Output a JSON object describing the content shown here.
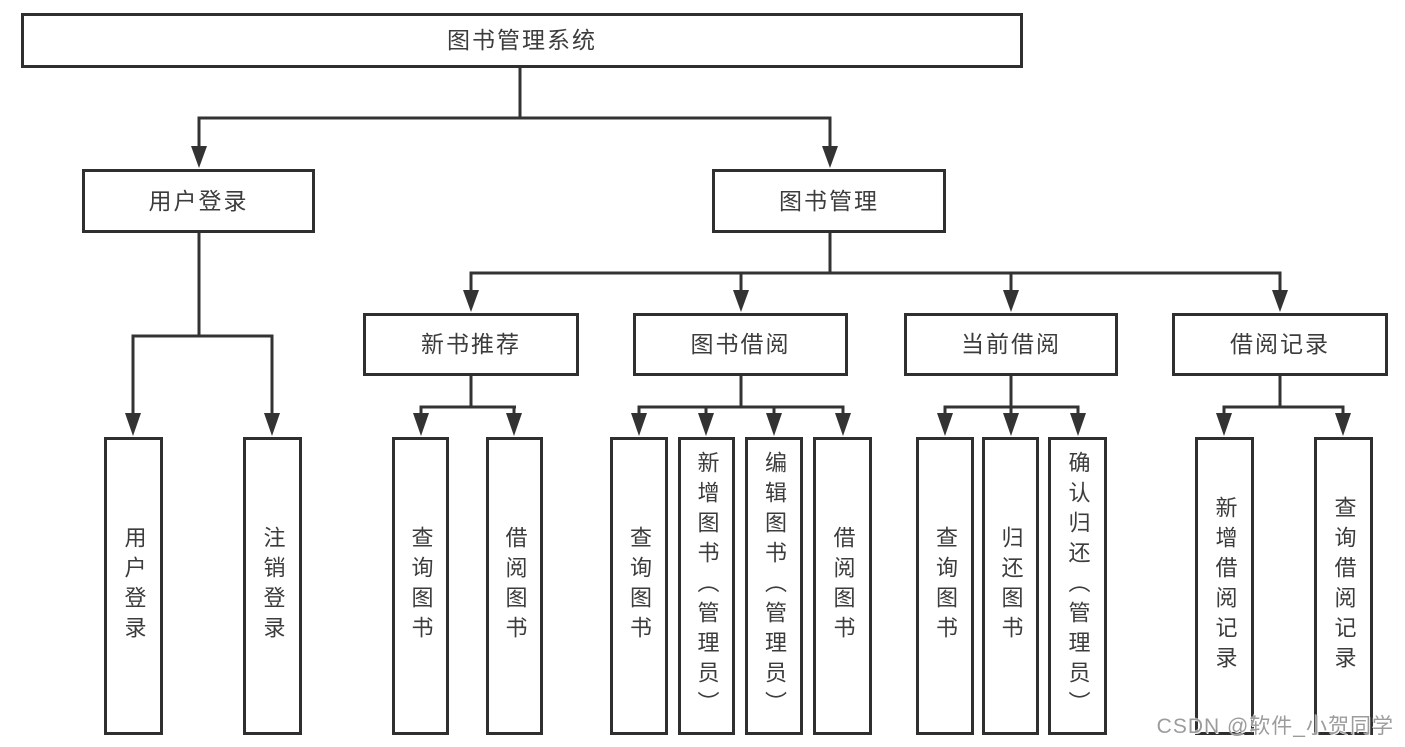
{
  "diagram": {
    "root": {
      "label": "图书管理系统"
    },
    "branches": [
      {
        "label": "用户登录",
        "children": [
          {
            "label": "用户登录"
          },
          {
            "label": "注销登录"
          }
        ]
      },
      {
        "label": "图书管理",
        "children": [
          {
            "label": "新书推荐",
            "children": [
              {
                "label": "查询图书"
              },
              {
                "label": "借阅图书"
              }
            ]
          },
          {
            "label": "图书借阅",
            "children": [
              {
                "label": "查询图书"
              },
              {
                "label": "新增图书（管理员）"
              },
              {
                "label": "编辑图书（管理员）"
              },
              {
                "label": "借阅图书"
              }
            ]
          },
          {
            "label": "当前借阅",
            "children": [
              {
                "label": "查询图书"
              },
              {
                "label": "归还图书"
              },
              {
                "label": "确认归还（管理员）"
              }
            ]
          },
          {
            "label": "借阅记录",
            "children": [
              {
                "label": "新增借阅记录"
              },
              {
                "label": "查询借阅记录"
              }
            ]
          }
        ]
      }
    ]
  },
  "watermark": {
    "text": "CSDN @软件_小贺同学"
  },
  "colors": {
    "line": "#333333",
    "box_border": "#2f2f2f",
    "text": "#3c3c3c",
    "background": "#ffffff",
    "watermark": "#9c9c9c"
  }
}
